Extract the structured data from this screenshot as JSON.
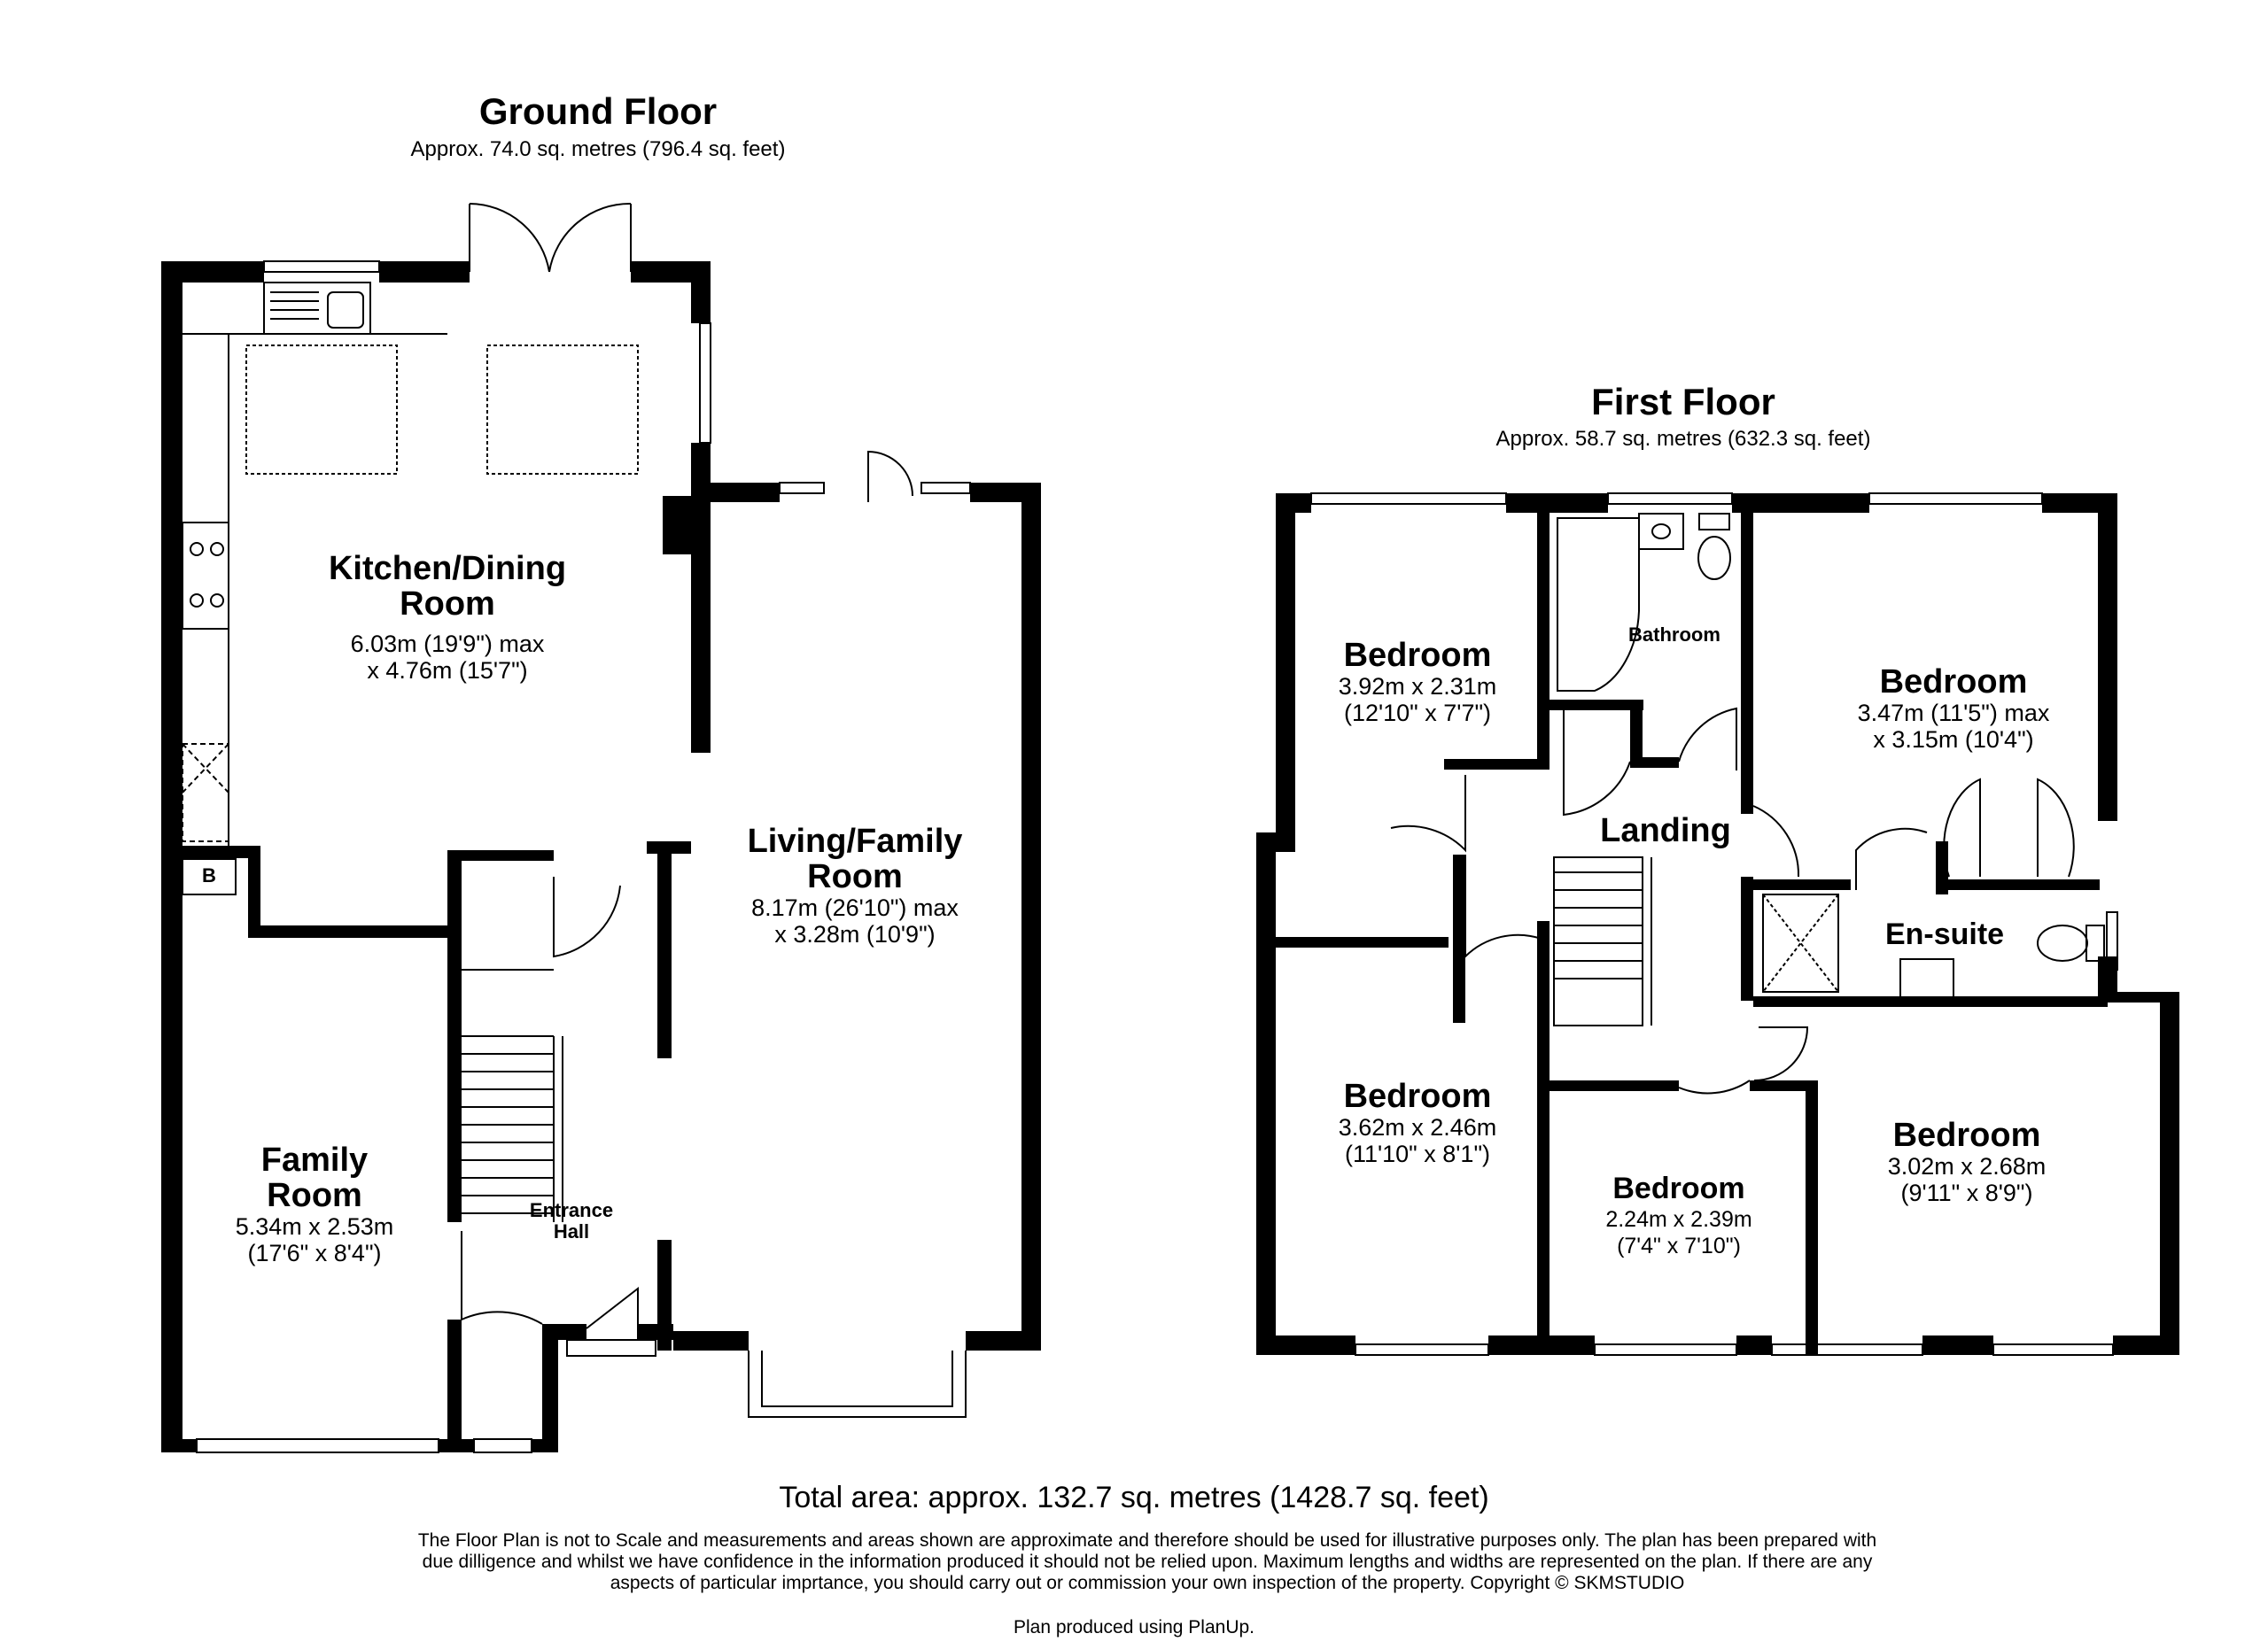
{
  "ground_floor": {
    "title": "Ground Floor",
    "area": "Approx. 74.0 sq. metres (796.4 sq. feet)",
    "rooms": {
      "kitchen": {
        "name": "Kitchen/Dining\nRoom",
        "dims": "6.03m (19'9\") max\nx 4.76m (15'7\")"
      },
      "living": {
        "name": "Living/Family\nRoom",
        "dims": "8.17m (26'10\") max\nx 3.28m (10'9\")"
      },
      "family": {
        "name": "Family\nRoom",
        "dims": "5.34m x 2.53m\n(17'6\" x 8'4\")"
      },
      "hall": {
        "name": "Entrance\nHall"
      },
      "boiler": {
        "name": "B"
      }
    }
  },
  "first_floor": {
    "title": "First Floor",
    "area": "Approx. 58.7 sq. metres (632.3 sq. feet)",
    "rooms": {
      "bed1": {
        "name": "Bedroom",
        "dims": "3.92m x 2.31m\n(12'10\" x 7'7\")"
      },
      "bathroom": {
        "name": "Bathroom"
      },
      "bed2": {
        "name": "Bedroom",
        "dims": "3.47m (11'5\") max\nx 3.15m (10'4\")"
      },
      "landing": {
        "name": "Landing"
      },
      "ensuite": {
        "name": "En-suite"
      },
      "bed3": {
        "name": "Bedroom",
        "dims": "3.62m x 2.46m\n(11'10\" x 8'1\")"
      },
      "bed4": {
        "name": "Bedroom",
        "dims": "2.24m x 2.39m\n(7'4\" x 7'10\")"
      },
      "bed5": {
        "name": "Bedroom",
        "dims": "3.02m x 2.68m\n(9'11\" x 8'9\")"
      }
    }
  },
  "total_area": "Total area: approx. 132.7 sq. metres (1428.7 sq. feet)",
  "disclaimer": "The Floor Plan is not to Scale and measurements and areas shown are approximate and therefore should be used for illustrative purposes only. The plan has been prepared with due dilligence and whilst we have confidence in the information produced it should not be relied upon. Maximum lengths and widths are represented on the plan. If there are any aspects of particular imprtance, you should carry out or commission your own inspection of the property. Copyright © SKMSTUDIO",
  "credit": "Plan produced using PlanUp.",
  "colors": {
    "wall": "#000000",
    "fixture": "#000000",
    "background": "#ffffff"
  }
}
